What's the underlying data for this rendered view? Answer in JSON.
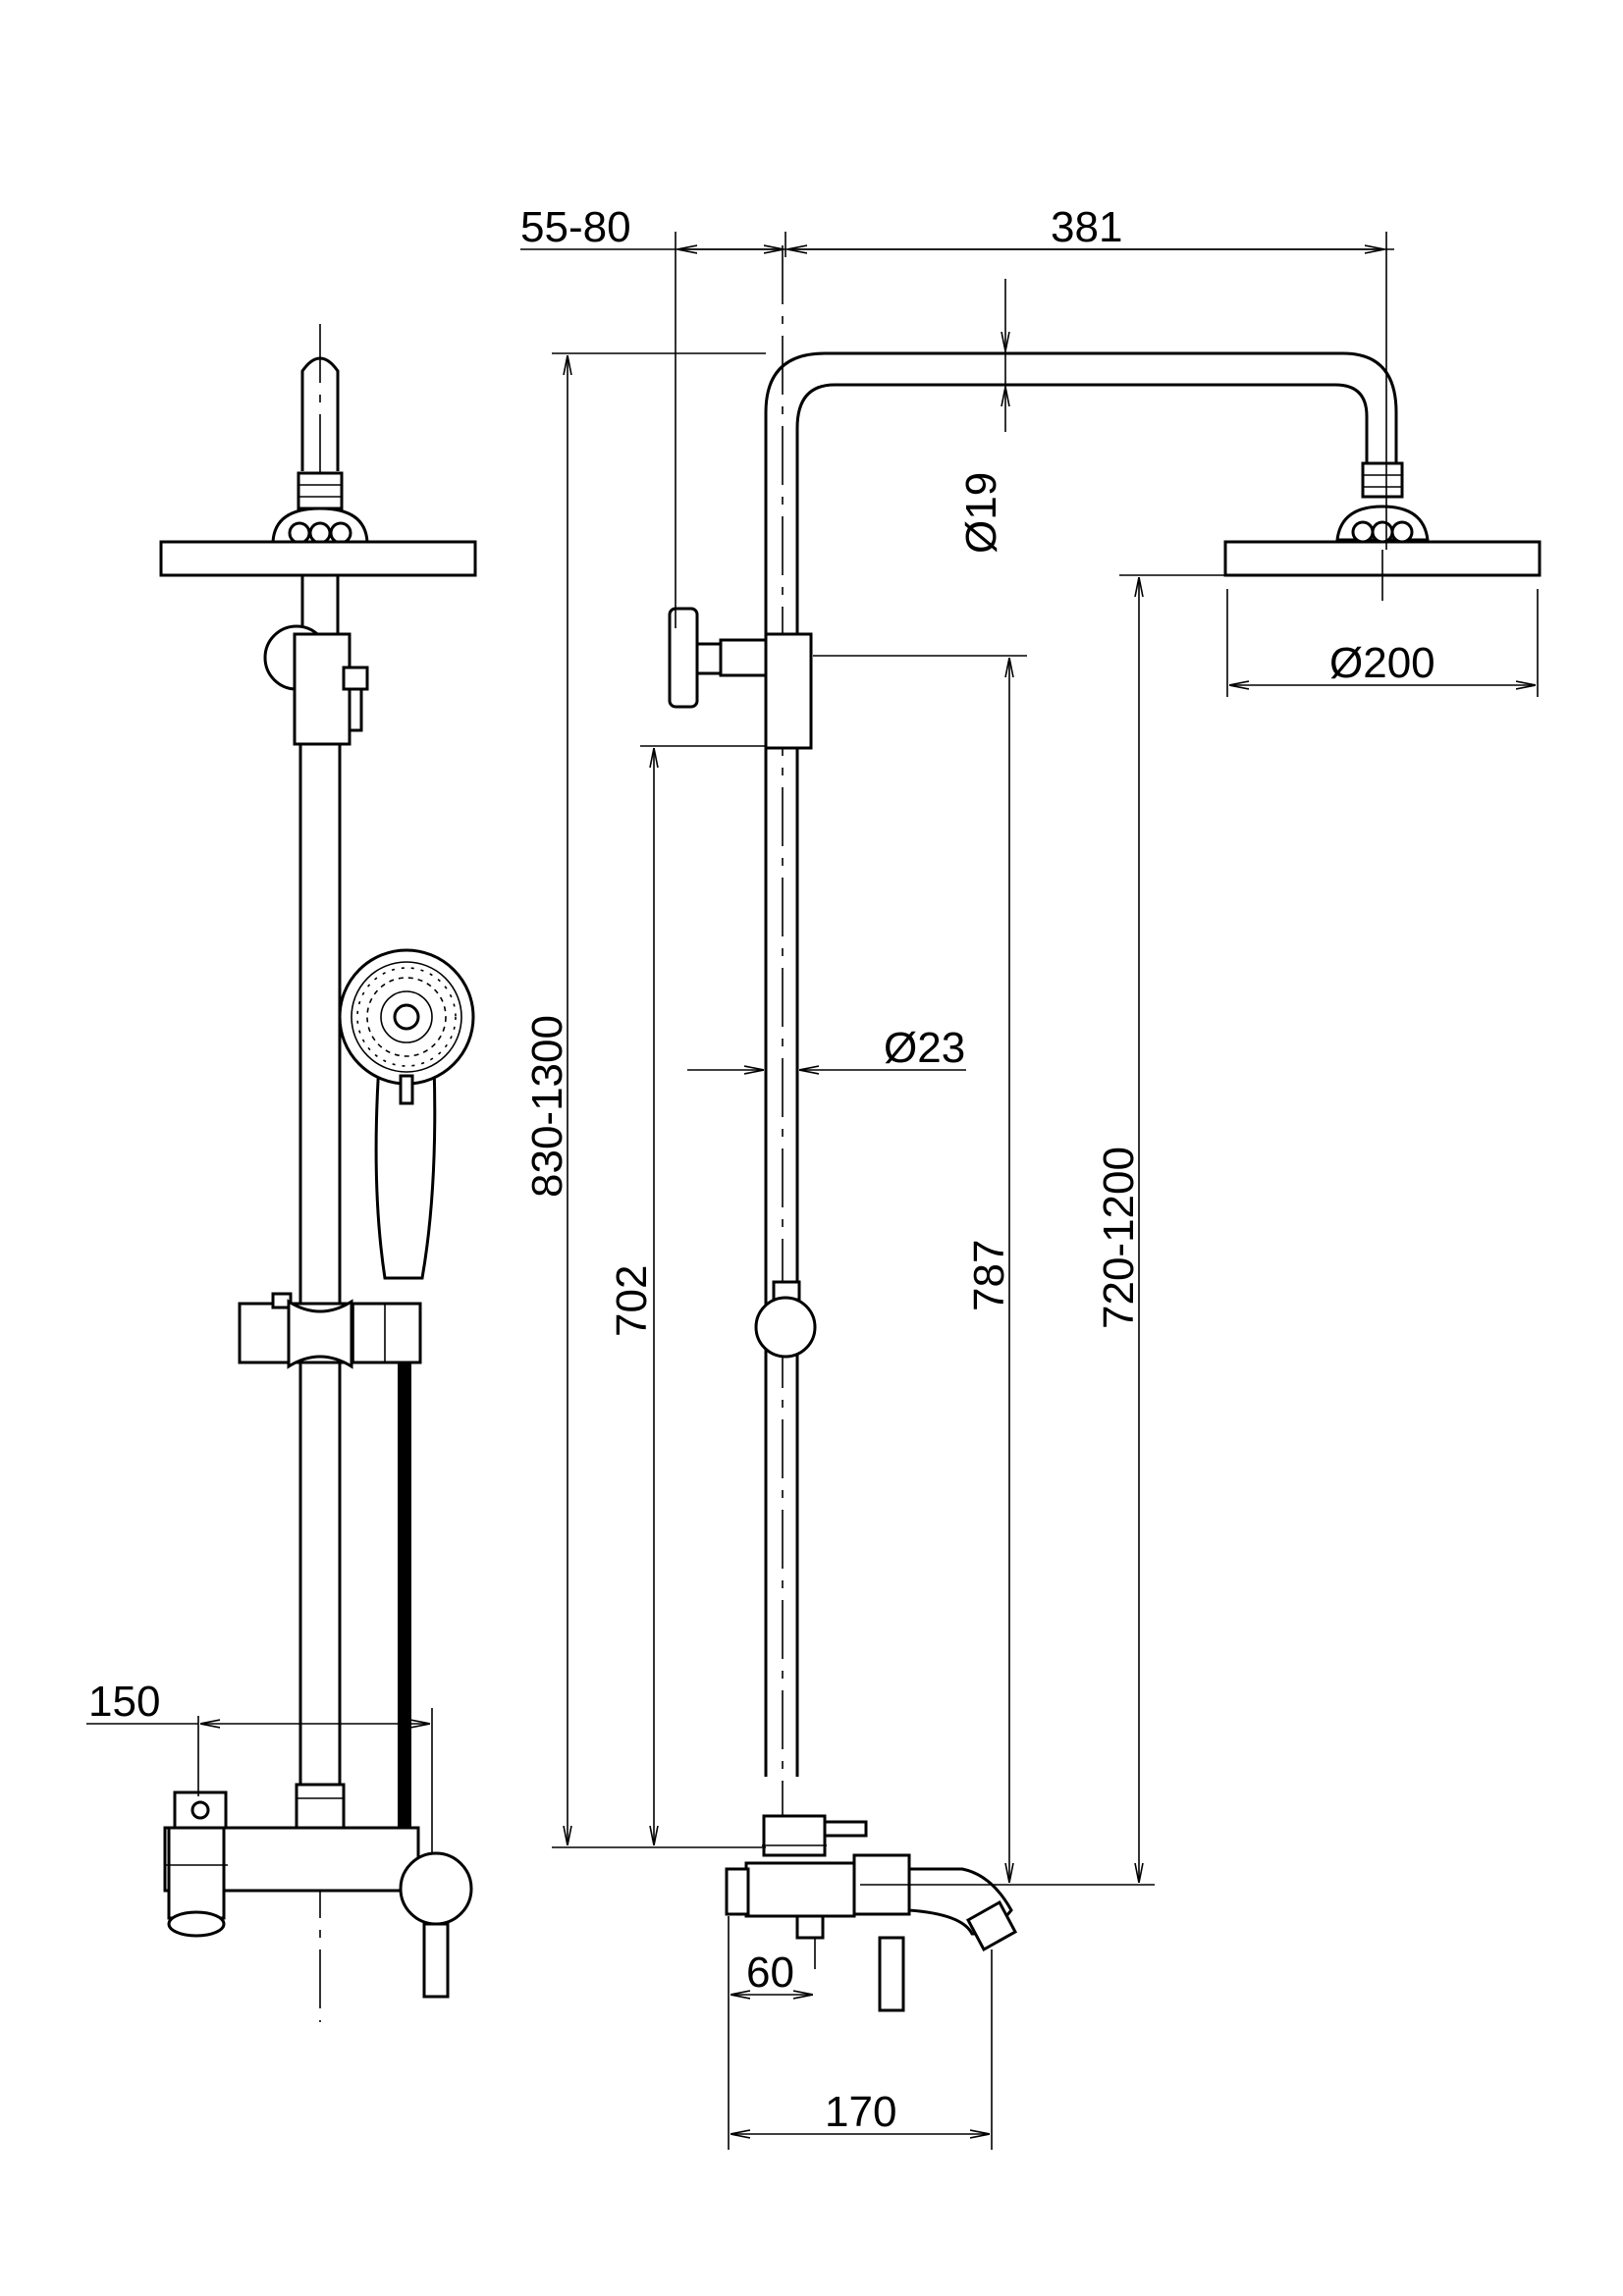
{
  "dimensions": {
    "offset_55_80": "55-80",
    "arm_381": "381",
    "dia_19": "Ø19",
    "dia_200": "Ø200",
    "dia_23": "Ø23",
    "height_830_1300": "830-1300",
    "height_702": "702",
    "height_787": "787",
    "height_720_1200": "720-1200",
    "width_150": "150",
    "width_60": "60",
    "width_170": "170"
  },
  "colors": {
    "line": "#000000",
    "background": "#ffffff"
  }
}
